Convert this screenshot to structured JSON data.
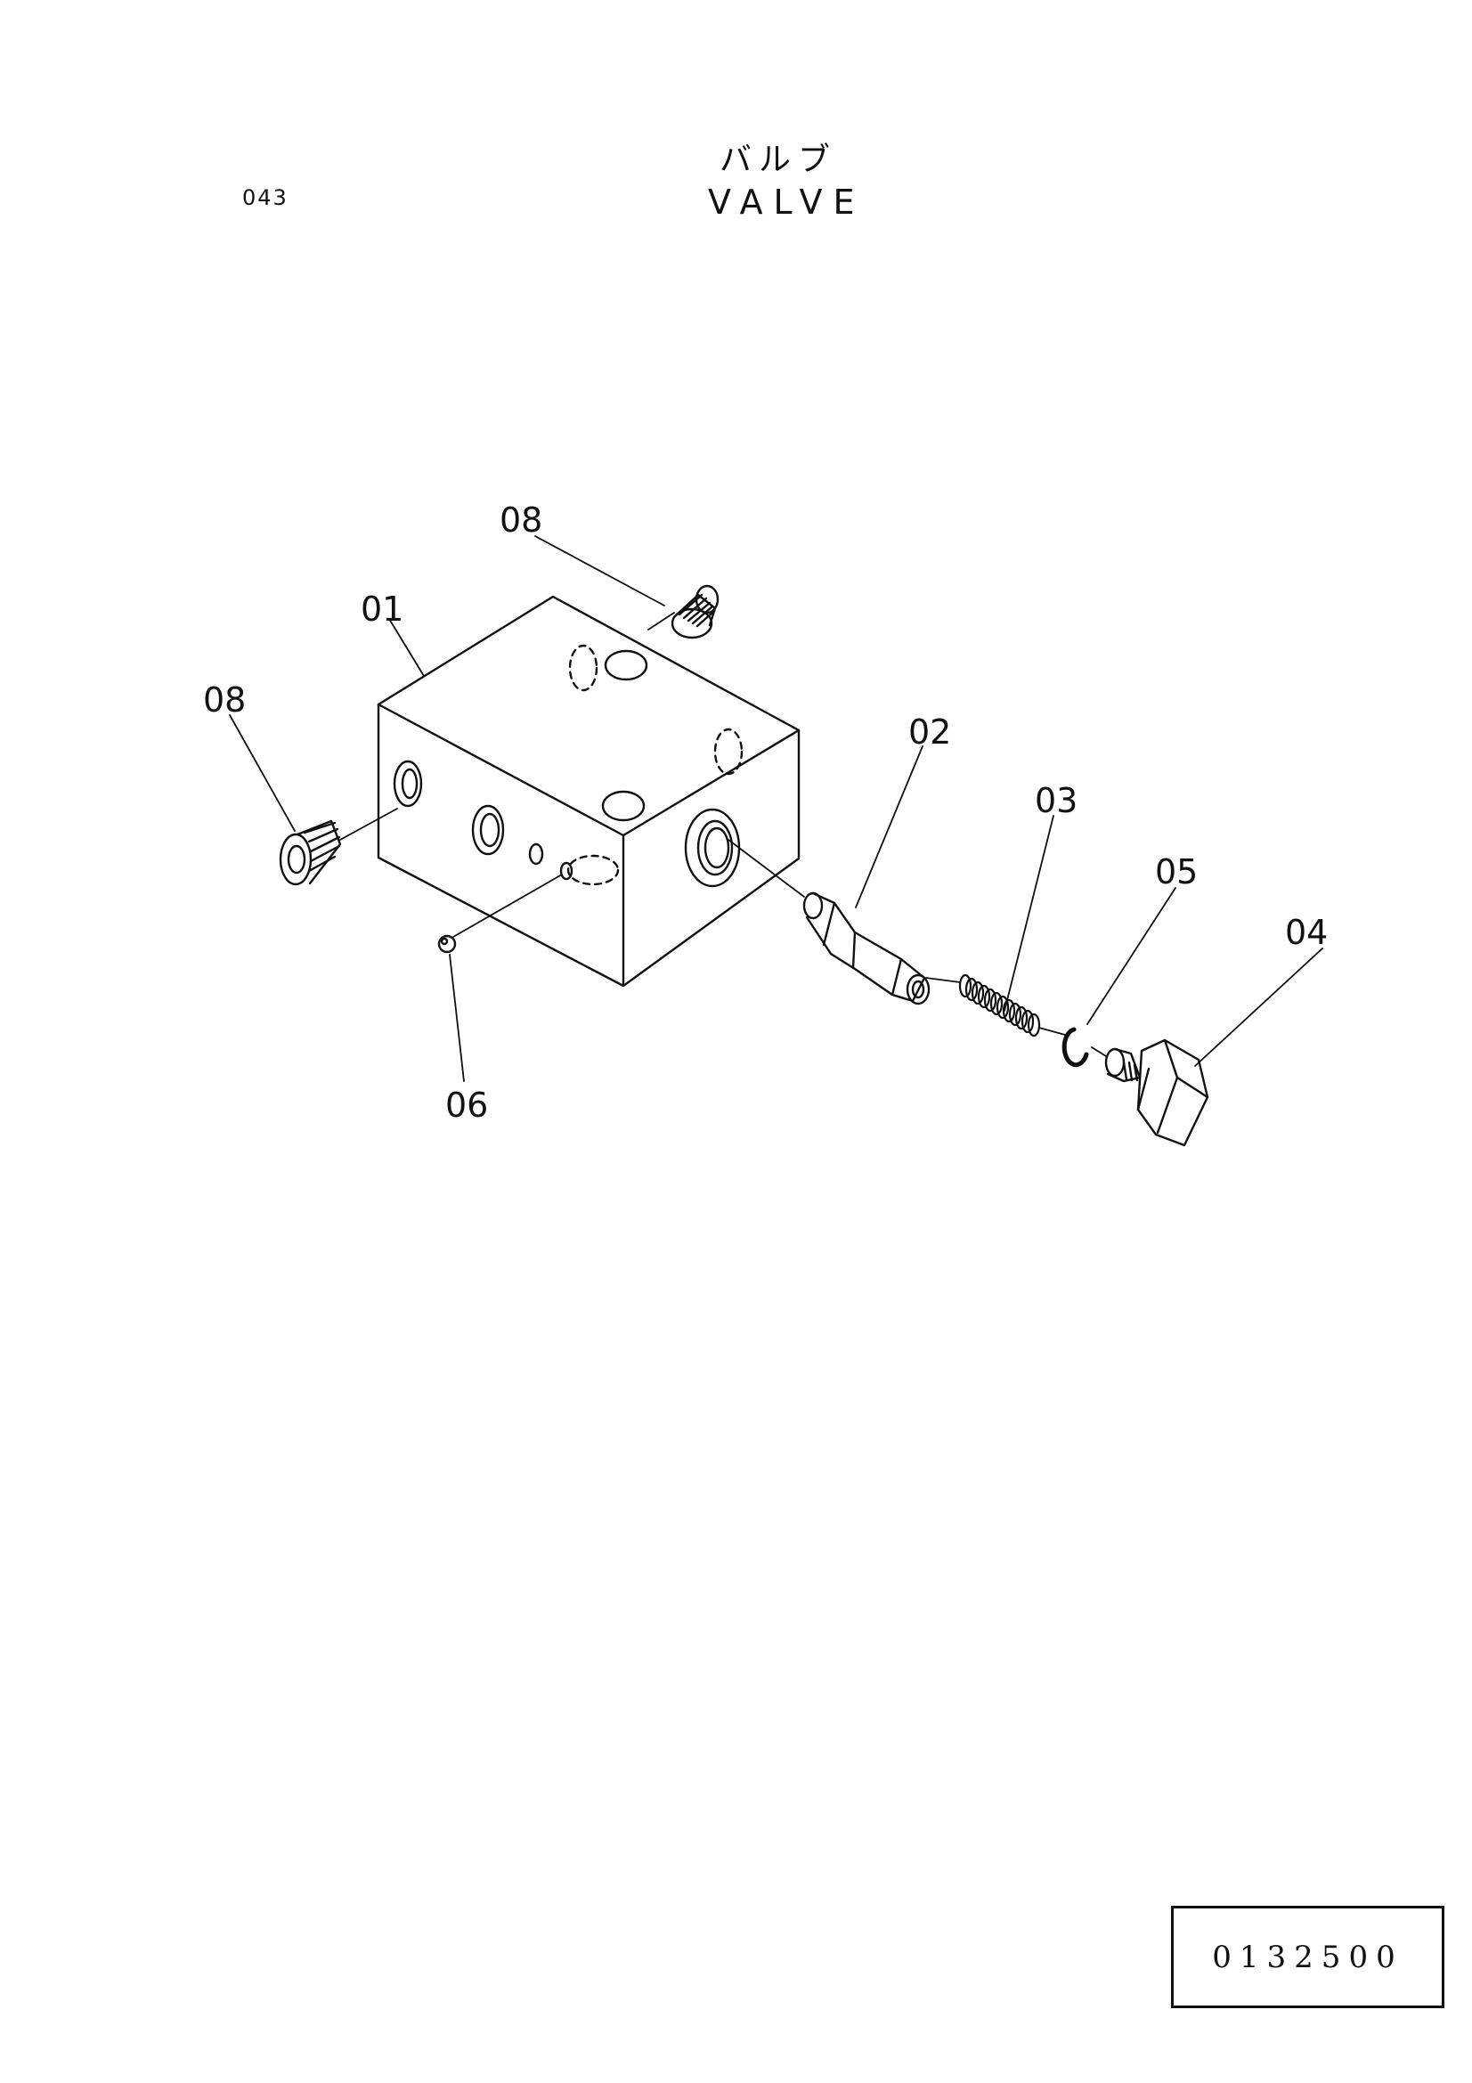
{
  "header": {
    "page_code": "043",
    "title_jp": "バルブ",
    "title_en": "VALVE"
  },
  "callouts": {
    "plug_top": "08",
    "body": "01",
    "plug_left": "08",
    "poppet": "02",
    "spring": "03",
    "ring": "05",
    "cap_plug": "04",
    "ball": "06"
  },
  "footer": {
    "drawing_number": "0132500"
  }
}
